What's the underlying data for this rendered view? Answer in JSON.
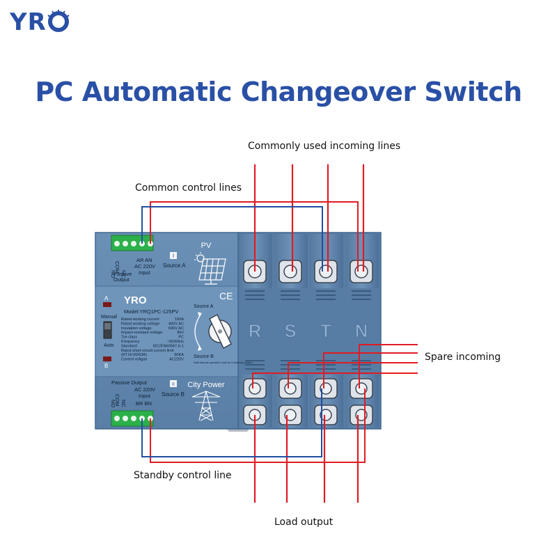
{
  "brand": {
    "logo_text": "YR",
    "logo_o": "O",
    "device_logo": "YRO"
  },
  "title": "PC Automatic Changeover Switch",
  "callouts": {
    "common_incoming": "Commonly used incoming lines",
    "common_control": "Common control lines",
    "spare_incoming": "Spare incoming",
    "standby_control": "Standby control line",
    "load_output": "Load output"
  },
  "device": {
    "terminal_top": {
      "no_com_nc": [
        "NO",
        "COM",
        "NC"
      ],
      "passive": "Passive",
      "output": "Output",
      "ar_an": "AR  AN",
      "ac": "AC 220V",
      "input": "Input"
    },
    "terminal_bottom": {
      "passive_output": "Passive\nOutput",
      "no_com_nc": [
        "NO",
        "COM",
        "NC"
      ],
      "ac": "AC 220V",
      "input": "Input",
      "br_bn": "BR  BN"
    },
    "source_a_num": "I",
    "source_a": "Source A",
    "pv": "PV",
    "source_b_num": "II",
    "source_b": "Source B",
    "city_power": "City Power",
    "indicator_a": "A",
    "indicator_b": "B",
    "manual": "Manual",
    "auto": "Auto",
    "model": "Model:YRQ1PC-125PV",
    "ce": "CE",
    "specs": [
      [
        "Rated working current",
        "100A"
      ],
      [
        "Rated working voltage",
        "400V AC"
      ],
      [
        "Insulation voltage",
        "690V AC"
      ],
      [
        "Impact-resistant voltage",
        "8kV"
      ],
      [
        "Tse class",
        "PC"
      ],
      [
        "Frequency",
        "~50/60Hz"
      ],
      [
        "Standard",
        "IEC/EN60947-6-1"
      ],
      [
        "Ratcd short-circuit current limit",
        ""
      ],
      [
        "(RT16-00/63A)",
        "50KA"
      ],
      [
        "Control voltgae",
        "AC220V"
      ]
    ],
    "knob_source_a": "Source A",
    "knob_source_b": "Source B",
    "note": "Note:Manual operation must be in Manual position",
    "phases": [
      "R",
      "S",
      "T",
      "N"
    ]
  },
  "colors": {
    "brand_blue": "#2a50a6",
    "body": "#5f86ad",
    "body_dark": "#3f678f",
    "wire_red": "#e01b24",
    "wire_blue": "#1f4fa3",
    "terminal_green": "#28a745"
  }
}
